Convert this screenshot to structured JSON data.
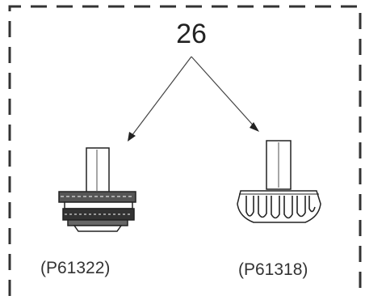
{
  "diagram": {
    "callout_number": "26",
    "parts": [
      {
        "part_number": "(P61322)"
      },
      {
        "part_number": "(P61318)"
      }
    ]
  }
}
